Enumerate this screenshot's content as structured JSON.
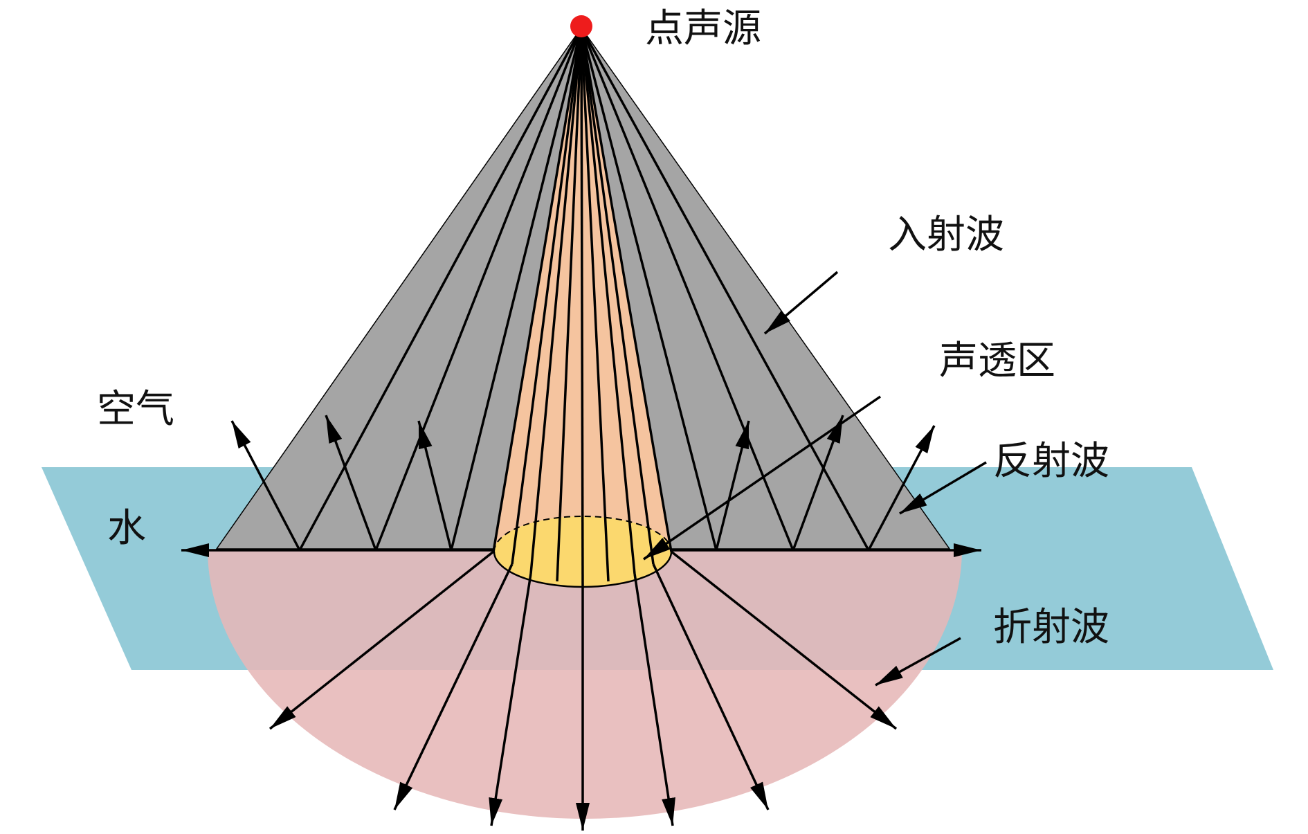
{
  "labels": {
    "source": "点声源",
    "incident": "入射波",
    "transmission_zone": "声透区",
    "reflected": "反射波",
    "refracted": "折射波",
    "air": "空气",
    "water": "水"
  },
  "colors": {
    "water_plane": "#94cbd8",
    "refraction_region": "#e6b7b7",
    "incident_cone": "#a5a5a5",
    "transmission_cone": "#f5c49f",
    "transmission_ellipse": "#fbd86e",
    "source_dot": "#ee1c1c",
    "ray": "#000000"
  },
  "icons": {
    "source": "red-dot-icon"
  }
}
